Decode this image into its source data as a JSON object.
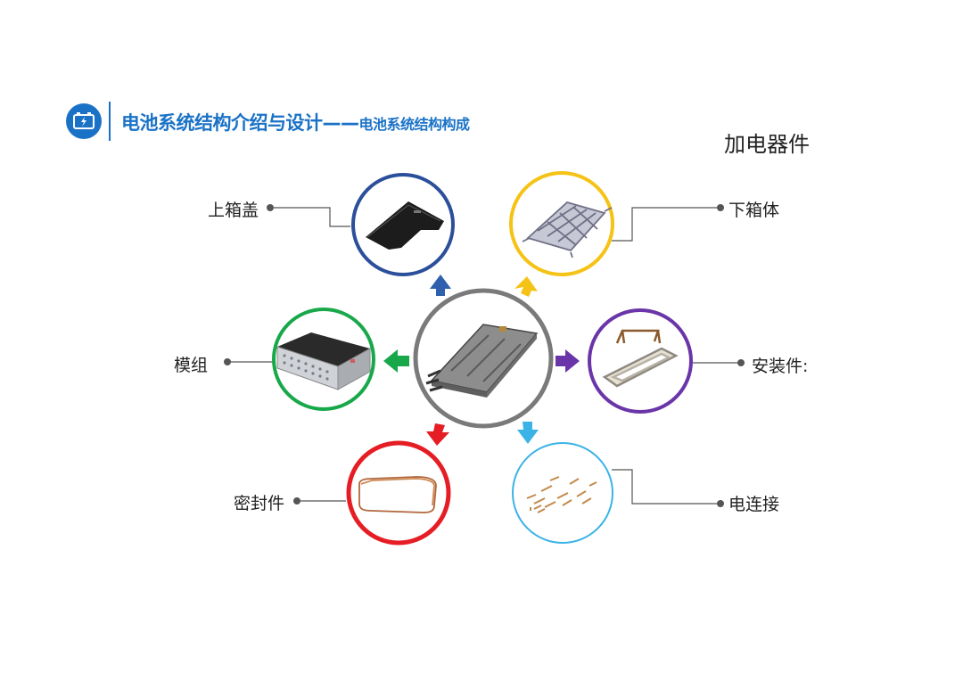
{
  "header": {
    "title": "电池系统结构介绍与设计——",
    "subtitle": "电池系统结构构成"
  },
  "top_right_label": "加电器件",
  "components": {
    "top_cover": "上箱盖",
    "lower_box": "下箱体",
    "module": "模组",
    "mounting": "安装件:",
    "seal": "密封件",
    "connection": "电连接"
  },
  "colors": {
    "brand": "#1a72c7",
    "top_cover_ring": "#2b4f9a",
    "lower_box_ring": "#f5c316",
    "module_ring": "#18a84a",
    "mounting_ring": "#6a35a8",
    "seal_ring": "#e51d24",
    "connection_ring": "#3bb3e6",
    "center_ring": "#7a7a7a"
  }
}
